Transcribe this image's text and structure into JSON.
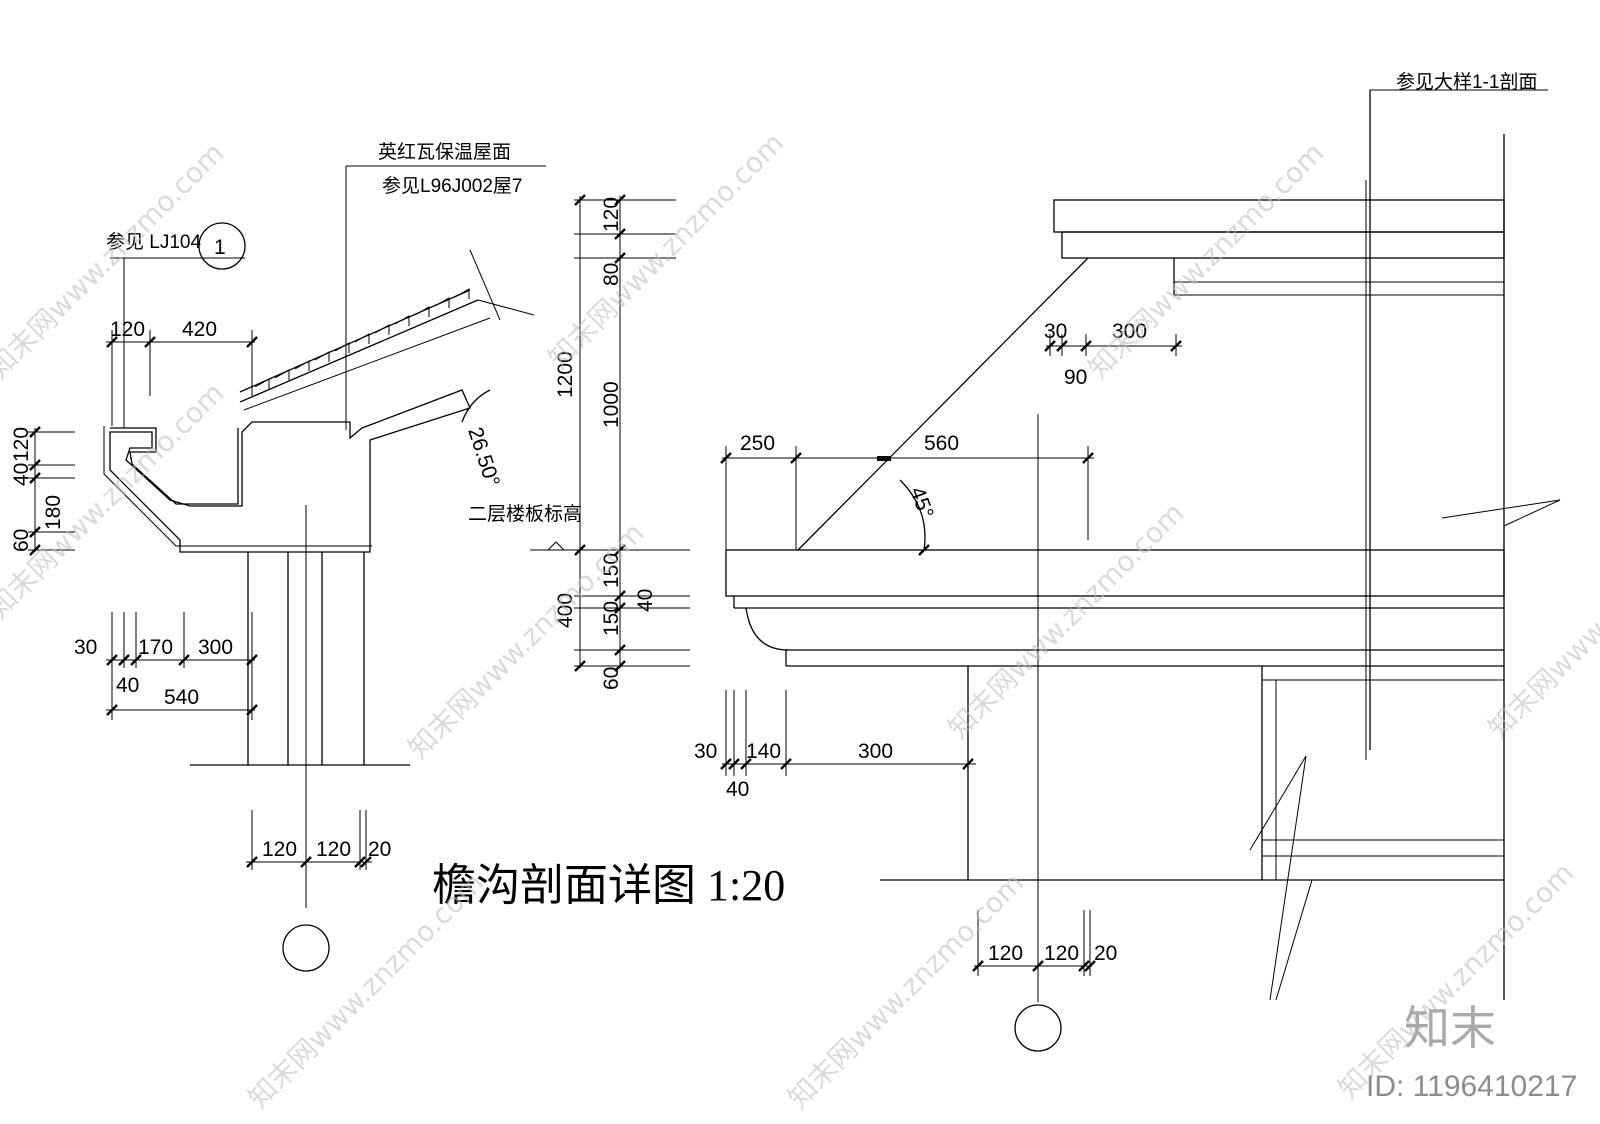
{
  "title": "檐沟剖面详图 1:20",
  "notes": {
    "roof_line1": "英红瓦保温屋面",
    "roof_line2": "参见L96J002屋7",
    "ref_lj": "参见 LJ104",
    "detail_num": "1",
    "floor_level": "二层楼板标高",
    "ref_section": "参见大样1-1剖面"
  },
  "angles": {
    "left_slope": "26.50°",
    "right_chamfer": "45°"
  },
  "left_dims": {
    "top_120": "120",
    "top_420": "420",
    "v_120": "120",
    "v_40": "40",
    "v_180": "180",
    "v_60": "60",
    "b_30": "30",
    "b_40": "40",
    "b_170": "170",
    "b_300": "300",
    "b_540": "540",
    "c_120a": "120",
    "c_120b": "120",
    "c_20": "20"
  },
  "mid_dims": {
    "v_120": "120",
    "v_80": "80",
    "v_1000": "1000",
    "v_1200": "1200",
    "v_150a": "150",
    "v_40": "40",
    "v_150b": "150",
    "v_60": "60",
    "v_400": "400"
  },
  "right_dims": {
    "t_30": "30",
    "t_300": "300",
    "t_90": "90",
    "m_250": "250",
    "m_560": "560",
    "b_30": "30",
    "b_140": "140",
    "b_300": "300",
    "b_40": "40",
    "c_120a": "120",
    "c_120b": "120",
    "c_20": "20"
  },
  "watermark": {
    "text": "知末网www.znzmo.com",
    "brand": "知末",
    "id": "ID: 1196410217"
  }
}
